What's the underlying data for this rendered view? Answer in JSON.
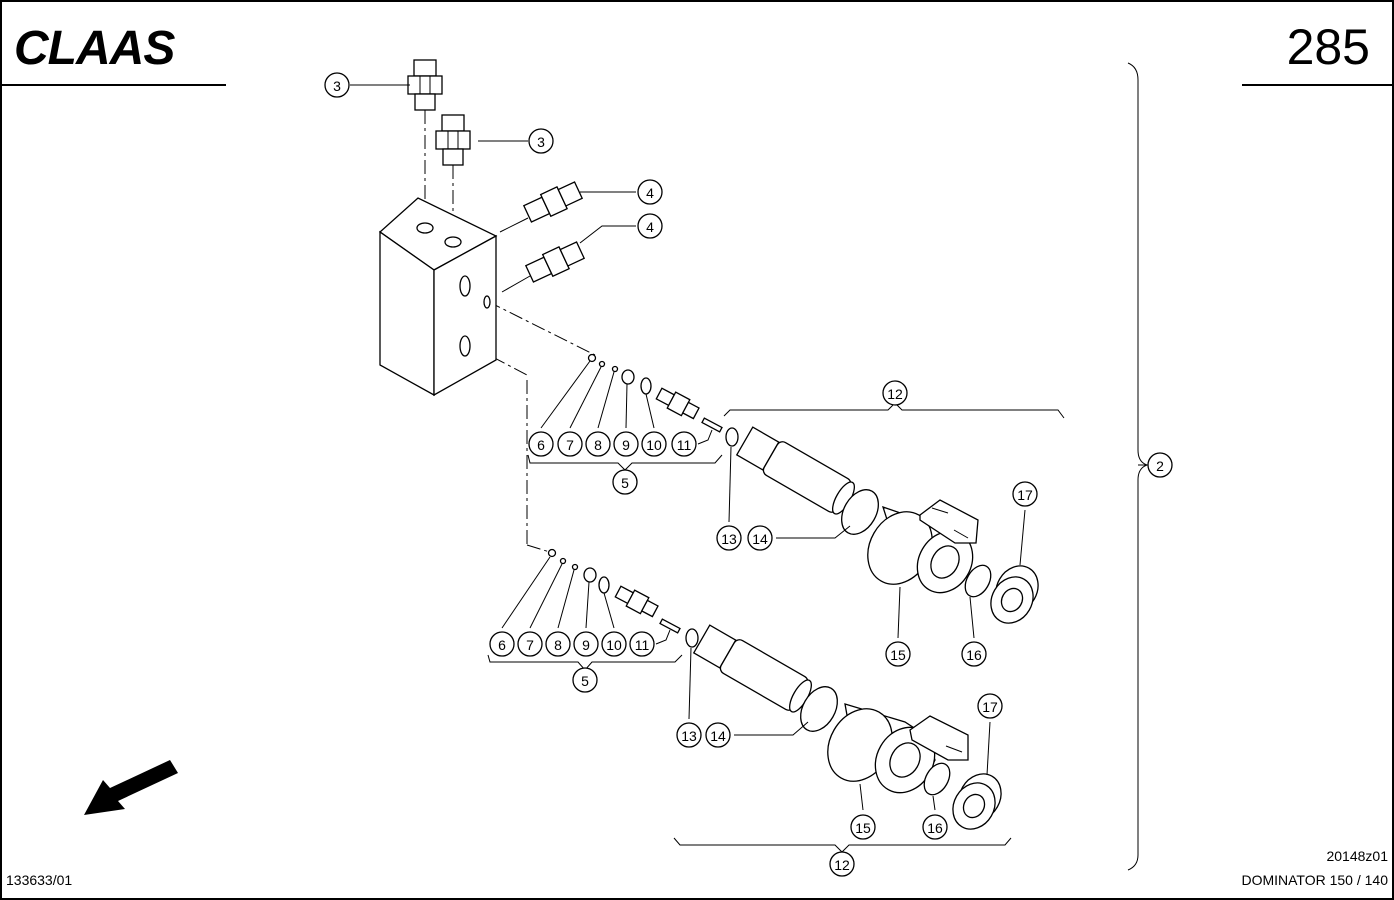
{
  "brand": {
    "logo_text": "CLAAS"
  },
  "page": {
    "number": "285"
  },
  "footer": {
    "left_code": "133633/01",
    "drawing_code": "20148z01",
    "model": "DOMINATOR 150 / 140"
  },
  "callouts": {
    "c2": "2",
    "c3": "3",
    "c4": "4",
    "c5": "5",
    "c6": "6",
    "c7": "7",
    "c8": "8",
    "c9": "9",
    "c10": "10",
    "c11": "11",
    "c12": "12",
    "c13": "13",
    "c14": "14",
    "c15": "15",
    "c16": "16",
    "c17": "17"
  },
  "colors": {
    "ink": "#000000",
    "paper": "#ffffff"
  }
}
